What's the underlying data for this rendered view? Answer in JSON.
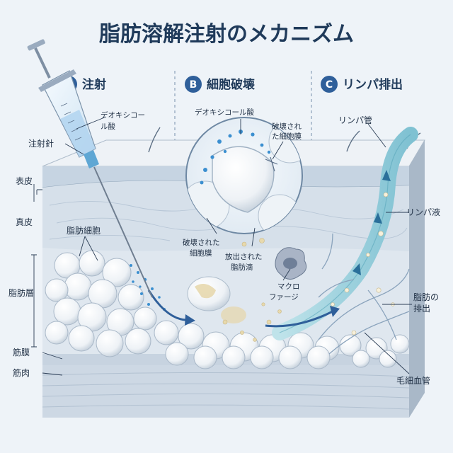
{
  "title": "脂肪溶解注射のメカニズム",
  "sections": [
    {
      "badge": "A",
      "label": "注射"
    },
    {
      "badge": "B",
      "label": "細胞破壊"
    },
    {
      "badge": "C",
      "label": "リンパ排出"
    }
  ],
  "labels": {
    "syringe_drug_line1": "デオキシコー",
    "syringe_drug_line2": "ル酸",
    "needle": "注射針",
    "epidermis": "表皮",
    "dermis": "真皮",
    "fat_cell": "脂肪細胞",
    "fat_layer": "脂肪層",
    "fascia": "筋膜",
    "muscle": "筋肉",
    "zoom_drug": "デオキシコール酸",
    "broken_membrane_top_line1": "破壊され",
    "broken_membrane_top_line2": "た細胞膜",
    "broken_membrane_line1": "破壊された",
    "broken_membrane_line2": "細胞膜",
    "released_fat_line1": "放出された",
    "released_fat_line2": "脂肪滴",
    "macrophage_line1": "マクロ",
    "macrophage_line2": "ファージ",
    "lymph_vessel": "リンパ管",
    "lymph_fluid": "リンパ液",
    "fat_excretion_line1": "脂肪の",
    "fat_excretion_line2": "排出",
    "capillary": "毛細血管"
  },
  "colors": {
    "title": "#1f3a5a",
    "badge": "#2f5f9a",
    "skin_surface": "#e9eef4",
    "epidermis": "#c9d6e3",
    "dermis": "#dde6ef",
    "fat_cell": "#f4f6f8",
    "lymph": "#9fd3df",
    "drug_dots": "#3b8fd0",
    "fat_drops": "#d9c9a0"
  }
}
